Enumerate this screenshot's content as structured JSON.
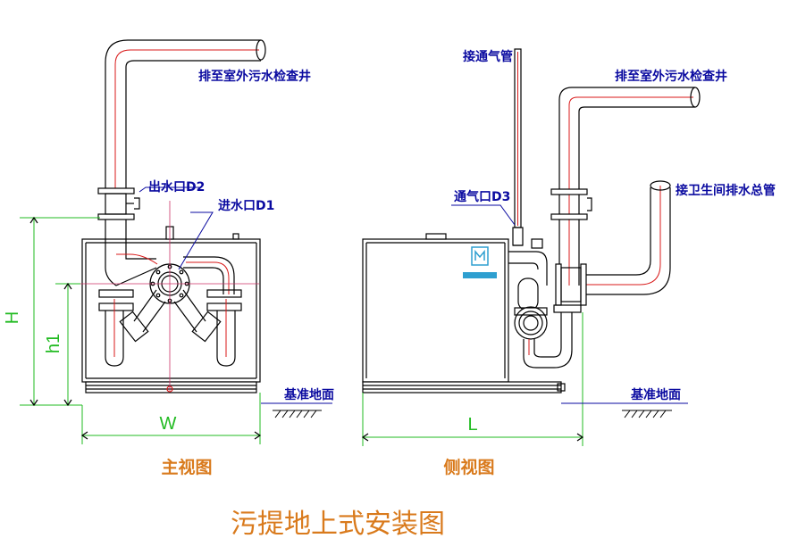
{
  "colors": {
    "outline": "#000000",
    "blue_label": "#0a0aa0",
    "dim_green": "#22bb22",
    "pipe_red": "#d81818",
    "caption_orange": "#d97a1c",
    "guide_magenta": "#cc3366",
    "logo_teal": "#2e9fd0"
  },
  "front_view": {
    "label_outlet_top": "排至室外污水检查井",
    "label_outlet": "出水口D2",
    "label_inlet": "进水口D1",
    "label_ground": "基准地面",
    "dim_height": "H",
    "dim_h1": "h1",
    "dim_width": "W",
    "caption": "主视图"
  },
  "side_view": {
    "label_vent_pipe": "接通气管",
    "label_outlet_top": "排至室外污水检查井",
    "label_vent_port": "通气口D3",
    "label_main_drain": "接卫生间排水总管",
    "label_ground": "基准地面",
    "dim_length": "L",
    "caption": "侧视图"
  },
  "title": "污提地上式安装图"
}
